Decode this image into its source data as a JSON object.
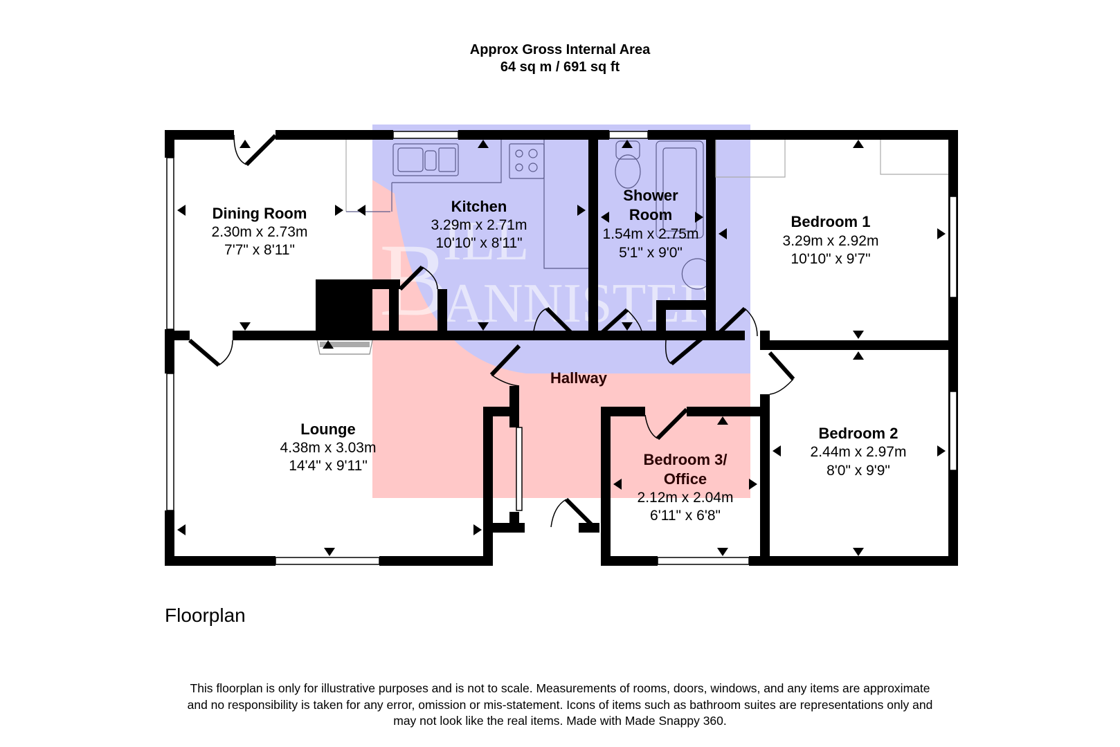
{
  "header": {
    "line1": "Approx Gross Internal Area",
    "line2": "64 sq m / 691 sq ft"
  },
  "floor_label": "Floorplan",
  "watermark": {
    "line1": "BILL",
    "line2": "BANNISTER",
    "colors": {
      "blue": "#c8c8f8",
      "pink": "#ffc8c8"
    }
  },
  "rooms": {
    "dining": {
      "name": "Dining Room",
      "metric": "2.30m x 2.73m",
      "imperial": "7'7\" x 8'11\""
    },
    "kitchen": {
      "name": "Kitchen",
      "metric": "3.29m x 2.71m",
      "imperial": "10'10\" x 8'11\""
    },
    "shower": {
      "name_line1": "Shower",
      "name_line2": "Room",
      "metric": "1.54m x 2.75m",
      "imperial": "5'1\" x 9'0\""
    },
    "bedroom1": {
      "name": "Bedroom 1",
      "metric": "3.29m x 2.92m",
      "imperial": "10'10\" x 9'7\""
    },
    "hallway": {
      "name": "Hallway"
    },
    "lounge": {
      "name": "Lounge",
      "metric": "4.38m x 3.03m",
      "imperial": "14'4\" x 9'11\""
    },
    "bedroom3": {
      "name_line1": "Bedroom 3/",
      "name_line2": "Office",
      "metric": "2.12m x 2.04m",
      "imperial": "6'11\" x 6'8\""
    },
    "bedroom2": {
      "name": "Bedroom 2",
      "metric": "2.44m x 2.97m",
      "imperial": "8'0\" x 9'9\""
    }
  },
  "disclaimer": {
    "line1": "This floorplan is only for illustrative purposes and is not to scale. Measurements of rooms, doors, windows, and any items are approximate",
    "line2": "and no responsibility is taken for any error, omission or mis-statement. Icons of items such as bathroom suites are representations only and",
    "line3": "may not look like the real items. Made with Made Snappy 360."
  }
}
